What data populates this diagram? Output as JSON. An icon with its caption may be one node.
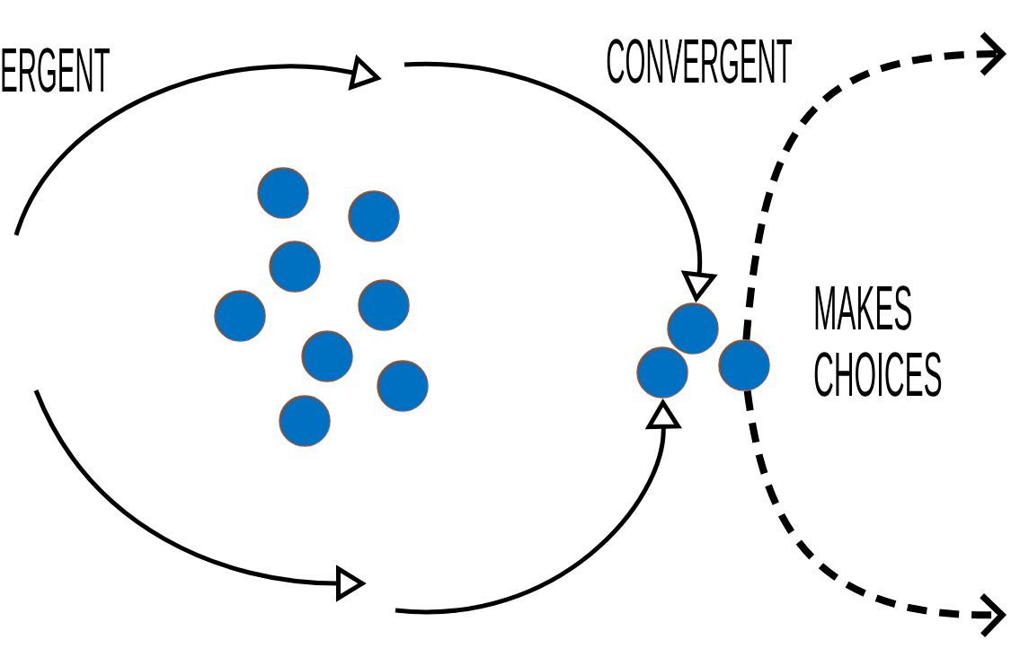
{
  "diagram": {
    "nodes": [
      {
        "text": [],
        "shape": "circle"
      },
      {
        "text": [],
        "shape": "circle"
      },
      {
        "text": [],
        "shape": "circle"
      },
      {
        "text": [],
        "shape": "circle"
      },
      {
        "text": [],
        "shape": "circle"
      },
      {
        "text": [],
        "shape": "circle"
      },
      {
        "text": [],
        "shape": "circle"
      },
      {
        "text": [],
        "shape": "circle"
      },
      {
        "text": [],
        "shape": "circle"
      },
      {
        "text": [],
        "shape": "circle"
      },
      {
        "text": [],
        "shape": "circle"
      }
    ],
    "edges": [
      {
        "from": null,
        "to": 5,
        "arrow": "to"
      },
      {
        "from": null,
        "to": 8,
        "arrow": "to"
      },
      {
        "from": 7,
        "to": null,
        "arrow": "to",
        "style": "dashed"
      },
      {
        "from": 7,
        "to": null,
        "arrow": "to",
        "style": "dashed"
      }
    ],
    "labels": [
      "ERGENT",
      "CONVERGENT",
      "MAKES CHOICES"
    ]
  }
}
